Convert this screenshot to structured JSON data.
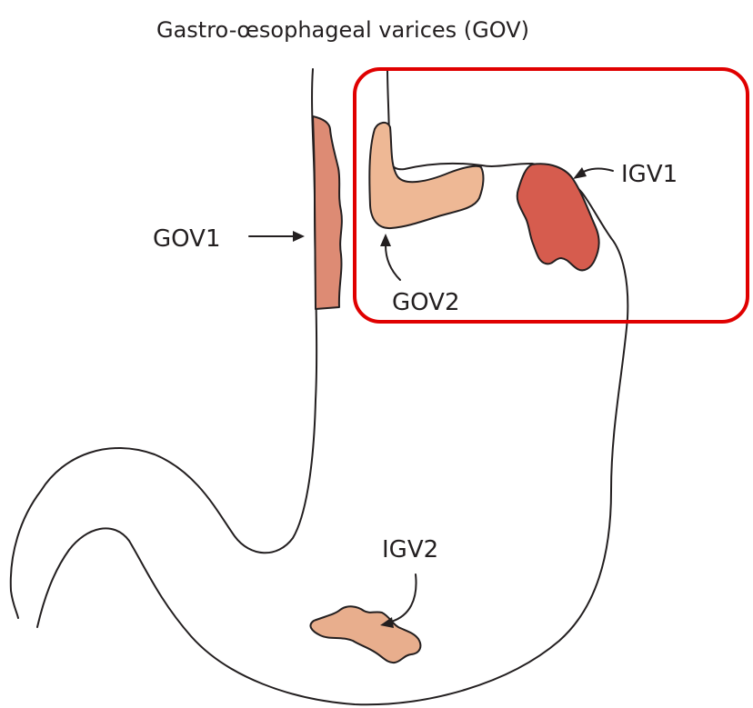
{
  "diagram": {
    "title": "Gastro-œsophageal varices (GOV)",
    "labels": {
      "gov1": "GOV1",
      "gov2": "GOV2",
      "igv1": "IGV1",
      "igv2": "IGV2"
    },
    "colors": {
      "gov1_fill": "#dd8b74",
      "gov2_fill": "#eeb895",
      "igv1_fill": "#d65c4e",
      "igv2_fill": "#e8ae8d",
      "highlight_box": "#e00000",
      "outline": "#231f20"
    }
  }
}
